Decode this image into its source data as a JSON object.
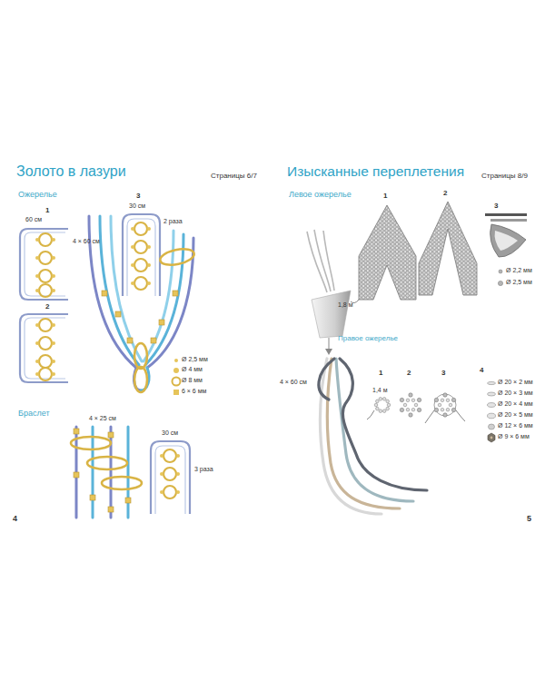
{
  "diagram": {
    "labels": [
      "Золото в лазури",
      "Страницы 6/7",
      "Ожерелье",
      "60 см",
      "1",
      "4 × 60 см",
      "2",
      "3",
      "30 см",
      "2 раза",
      "Браслет",
      "4 × 25 см",
      "30 см",
      "3 раза",
      "4",
      "Изысканные переплетения",
      "Страницы 8/9",
      "Левое ожерелье",
      "1",
      "2",
      "3",
      "1,8 м",
      "Правое ожерелье",
      "4 × 60 см",
      "1",
      "2",
      "3",
      "4",
      "1,4 м",
      "5"
    ],
    "legend": [
      {
        "text": "Ø 2,5 мм"
      },
      {
        "text": "Ø 4 мм"
      },
      {
        "text": "Ø 8 мм"
      },
      {
        "text": "6 × 6 мм"
      },
      {
        "text": "Ø 2,2 мм"
      },
      {
        "text": "Ø 2,5 мм"
      },
      {
        "text": "Ø 20 × 2 мм"
      },
      {
        "text": "Ø 20 × 3 мм"
      },
      {
        "text": "Ø 20 × 4 мм"
      },
      {
        "text": "Ø 20 × 5 мм"
      },
      {
        "text": "Ø 12 × 6 мм"
      },
      {
        "text": "Ø 9 × 6 мм"
      }
    ]
  }
}
